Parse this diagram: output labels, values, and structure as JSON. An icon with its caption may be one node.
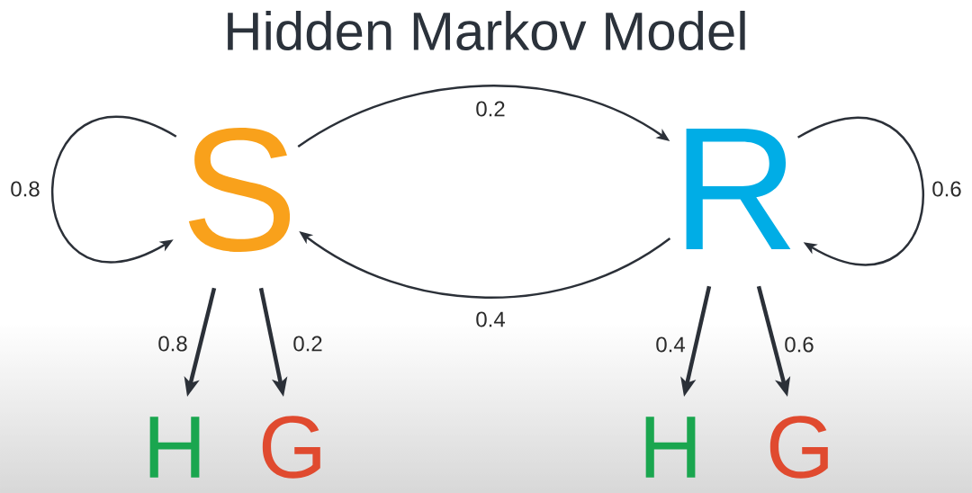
{
  "diagram": {
    "title": "Hidden Markov Model",
    "nodes": [
      {
        "text": [
          "S"
        ]
      },
      {
        "text": [
          "R"
        ]
      },
      {
        "text": [
          "H"
        ]
      },
      {
        "text": [
          "G"
        ]
      },
      {
        "text": [
          "H"
        ]
      },
      {
        "text": [
          "G"
        ]
      }
    ],
    "edges": [
      {
        "from": 0,
        "to": 0,
        "arrow": "to",
        "label": "0.8"
      },
      {
        "from": 0,
        "to": 1,
        "arrow": "to",
        "label": "0.2"
      },
      {
        "from": 1,
        "to": 0,
        "arrow": "to",
        "label": "0.4"
      },
      {
        "from": 1,
        "to": 1,
        "arrow": "to",
        "label": "0.6"
      },
      {
        "from": 0,
        "to": 2,
        "arrow": "to",
        "label": "0.8",
        "style": "thick"
      },
      {
        "from": 0,
        "to": 3,
        "arrow": "to",
        "label": "0.2",
        "style": "thick"
      },
      {
        "from": 1,
        "to": 4,
        "arrow": "to",
        "label": "0.4",
        "style": "thick"
      },
      {
        "from": 1,
        "to": 5,
        "arrow": "to",
        "label": "0.6",
        "style": "thick"
      }
    ]
  }
}
